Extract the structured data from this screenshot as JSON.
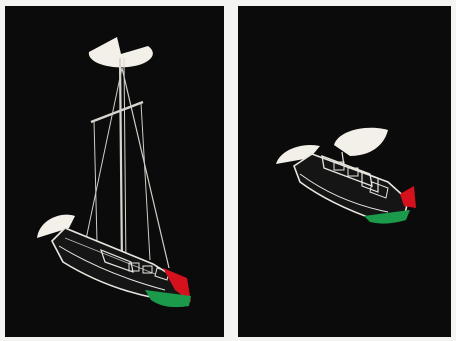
{
  "figure": {
    "panels": [
      {
        "id": "left",
        "subject": "sailboat-masthead-light-view",
        "lights": [
          "white",
          "red",
          "green"
        ]
      },
      {
        "id": "right",
        "subject": "power-vessel-lights-view",
        "lights": [
          "white",
          "white",
          "red",
          "green"
        ]
      }
    ],
    "colors": {
      "background": "#0b0b0b",
      "frame": "#f4f4f2",
      "white_light": "#f2f0e8",
      "port_light": "#d4111c",
      "starboard_light": "#1a9a4a",
      "hull_outline": "#e8e6df"
    }
  }
}
